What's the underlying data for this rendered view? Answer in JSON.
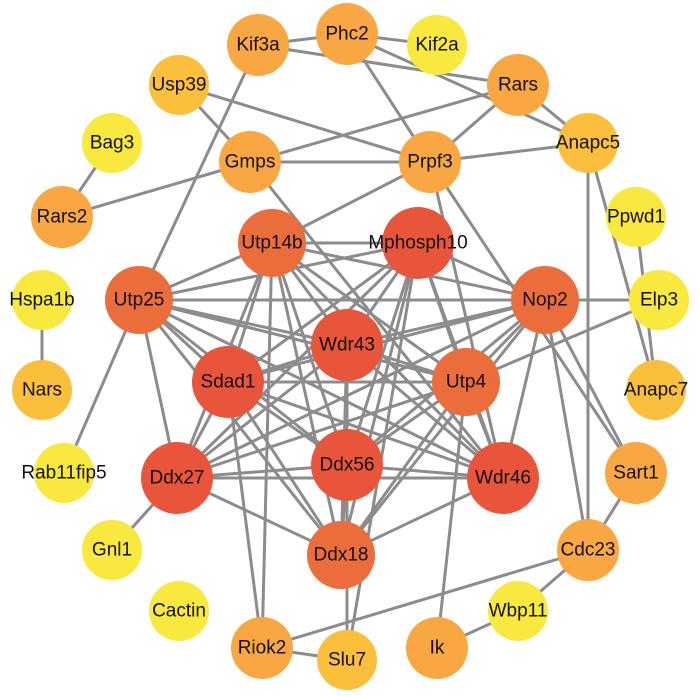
{
  "colors": {
    "edge": "#8c8c8c",
    "hub": "#e8553a",
    "high": "#ec6d3c",
    "mid": "#f9a742",
    "low": "#fbbf3c",
    "leaf": "#f9e83e"
  },
  "nodes": [
    {
      "id": "kif3a",
      "label": "Kif3a",
      "tier": "mid"
    },
    {
      "id": "phc2",
      "label": "Phc2",
      "tier": "mid"
    },
    {
      "id": "kif2a",
      "label": "Kif2a",
      "tier": "leaf"
    },
    {
      "id": "usp39",
      "label": "Usp39",
      "tier": "low"
    },
    {
      "id": "rars",
      "label": "Rars",
      "tier": "mid"
    },
    {
      "id": "bag3",
      "label": "Bag3",
      "tier": "leaf"
    },
    {
      "id": "gmps",
      "label": "Gmps",
      "tier": "mid"
    },
    {
      "id": "prpf3",
      "label": "Prpf3",
      "tier": "mid"
    },
    {
      "id": "anapc5",
      "label": "Anapc5",
      "tier": "low"
    },
    {
      "id": "rars2",
      "label": "Rars2",
      "tier": "mid"
    },
    {
      "id": "utp14b",
      "label": "Utp14b",
      "tier": "high"
    },
    {
      "id": "mphosph10",
      "label": "Mphosph10",
      "tier": "hub"
    },
    {
      "id": "ppwd1",
      "label": "Ppwd1",
      "tier": "leaf"
    },
    {
      "id": "hspa1b",
      "label": "Hspa1b",
      "tier": "leaf"
    },
    {
      "id": "utp25",
      "label": "Utp25",
      "tier": "high"
    },
    {
      "id": "nop2",
      "label": "Nop2",
      "tier": "high"
    },
    {
      "id": "elp3",
      "label": "Elp3",
      "tier": "leaf"
    },
    {
      "id": "wdr43",
      "label": "Wdr43",
      "tier": "hub"
    },
    {
      "id": "nars",
      "label": "Nars",
      "tier": "low"
    },
    {
      "id": "sdad1",
      "label": "Sdad1",
      "tier": "hub"
    },
    {
      "id": "utp4",
      "label": "Utp4",
      "tier": "high"
    },
    {
      "id": "anapc7",
      "label": "Anapc7",
      "tier": "low"
    },
    {
      "id": "rab11fip5",
      "label": "Rab11fip5",
      "tier": "leaf"
    },
    {
      "id": "ddx27",
      "label": "Ddx27",
      "tier": "hub"
    },
    {
      "id": "ddx56",
      "label": "Ddx56",
      "tier": "hub"
    },
    {
      "id": "wdr46",
      "label": "Wdr46",
      "tier": "hub"
    },
    {
      "id": "sart1",
      "label": "Sart1",
      "tier": "mid"
    },
    {
      "id": "gnl1",
      "label": "Gnl1",
      "tier": "leaf"
    },
    {
      "id": "ddx18",
      "label": "Ddx18",
      "tier": "high"
    },
    {
      "id": "cdc23",
      "label": "Cdc23",
      "tier": "mid"
    },
    {
      "id": "cactin",
      "label": "Cactin",
      "tier": "leaf"
    },
    {
      "id": "wbp11",
      "label": "Wbp11",
      "tier": "leaf"
    },
    {
      "id": "riok2",
      "label": "Riok2",
      "tier": "mid"
    },
    {
      "id": "slu7",
      "label": "Slu7",
      "tier": "low"
    },
    {
      "id": "ik",
      "label": "Ik",
      "tier": "mid"
    }
  ],
  "edges": [
    [
      "utp14b",
      "mphosph10"
    ],
    [
      "utp14b",
      "wdr43"
    ],
    [
      "utp14b",
      "sdad1"
    ],
    [
      "utp14b",
      "utp4"
    ],
    [
      "utp14b",
      "ddx27"
    ],
    [
      "utp14b",
      "ddx56"
    ],
    [
      "utp14b",
      "wdr46"
    ],
    [
      "utp14b",
      "ddx18"
    ],
    [
      "utp14b",
      "nop2"
    ],
    [
      "utp14b",
      "utp25"
    ],
    [
      "mphosph10",
      "wdr43"
    ],
    [
      "mphosph10",
      "sdad1"
    ],
    [
      "mphosph10",
      "utp4"
    ],
    [
      "mphosph10",
      "ddx27"
    ],
    [
      "mphosph10",
      "ddx56"
    ],
    [
      "mphosph10",
      "wdr46"
    ],
    [
      "mphosph10",
      "ddx18"
    ],
    [
      "mphosph10",
      "nop2"
    ],
    [
      "mphosph10",
      "utp25"
    ],
    [
      "wdr43",
      "sdad1"
    ],
    [
      "wdr43",
      "utp4"
    ],
    [
      "wdr43",
      "ddx27"
    ],
    [
      "wdr43",
      "ddx56"
    ],
    [
      "wdr43",
      "wdr46"
    ],
    [
      "wdr43",
      "ddx18"
    ],
    [
      "wdr43",
      "nop2"
    ],
    [
      "wdr43",
      "utp25"
    ],
    [
      "sdad1",
      "utp4"
    ],
    [
      "sdad1",
      "ddx27"
    ],
    [
      "sdad1",
      "ddx56"
    ],
    [
      "sdad1",
      "wdr46"
    ],
    [
      "sdad1",
      "ddx18"
    ],
    [
      "sdad1",
      "nop2"
    ],
    [
      "sdad1",
      "utp25"
    ],
    [
      "utp4",
      "ddx27"
    ],
    [
      "utp4",
      "ddx56"
    ],
    [
      "utp4",
      "wdr46"
    ],
    [
      "utp4",
      "ddx18"
    ],
    [
      "utp4",
      "nop2"
    ],
    [
      "utp4",
      "utp25"
    ],
    [
      "ddx27",
      "ddx56"
    ],
    [
      "ddx27",
      "wdr46"
    ],
    [
      "ddx27",
      "ddx18"
    ],
    [
      "ddx27",
      "nop2"
    ],
    [
      "ddx27",
      "utp25"
    ],
    [
      "ddx56",
      "wdr46"
    ],
    [
      "ddx56",
      "ddx18"
    ],
    [
      "ddx56",
      "nop2"
    ],
    [
      "ddx56",
      "utp25"
    ],
    [
      "wdr46",
      "ddx18"
    ],
    [
      "wdr46",
      "nop2"
    ],
    [
      "wdr46",
      "utp25"
    ],
    [
      "ddx18",
      "nop2"
    ],
    [
      "ddx18",
      "utp25"
    ],
    [
      "nop2",
      "utp25"
    ],
    [
      "kif3a",
      "utp25"
    ],
    [
      "kif3a",
      "phc2"
    ],
    [
      "phc2",
      "kif2a"
    ],
    [
      "phc2",
      "prpf3"
    ],
    [
      "phc2",
      "anapc5"
    ],
    [
      "usp39",
      "prpf3"
    ],
    [
      "usp39",
      "gmps"
    ],
    [
      "rars",
      "gmps"
    ],
    [
      "rars",
      "prpf3"
    ],
    [
      "rars",
      "anapc5"
    ],
    [
      "rars",
      "kif3a"
    ],
    [
      "gmps",
      "rars2"
    ],
    [
      "gmps",
      "wdr46"
    ],
    [
      "gmps",
      "prpf3"
    ],
    [
      "prpf3",
      "utp14b"
    ],
    [
      "prpf3",
      "anapc5"
    ],
    [
      "prpf3",
      "wdr46"
    ],
    [
      "prpf3",
      "sart1"
    ],
    [
      "anapc5",
      "anapc7"
    ],
    [
      "anapc5",
      "cdc23"
    ],
    [
      "ppwd1",
      "anapc7"
    ],
    [
      "elp3",
      "nop2"
    ],
    [
      "elp3",
      "utp4"
    ],
    [
      "bag3",
      "rars2"
    ],
    [
      "hspa1b",
      "nars"
    ],
    [
      "rab11fip5",
      "utp25"
    ],
    [
      "gnl1",
      "ddx27"
    ],
    [
      "sart1",
      "nop2"
    ],
    [
      "sart1",
      "cdc23"
    ],
    [
      "cdc23",
      "wbp11"
    ],
    [
      "cdc23",
      "nop2"
    ],
    [
      "cdc23",
      "riok2"
    ],
    [
      "wbp11",
      "ik"
    ],
    [
      "ik",
      "utp4"
    ],
    [
      "riok2",
      "sdad1"
    ],
    [
      "riok2",
      "utp14b"
    ],
    [
      "riok2",
      "slu7"
    ],
    [
      "slu7",
      "mphosph10"
    ],
    [
      "slu7",
      "ddx56"
    ]
  ]
}
